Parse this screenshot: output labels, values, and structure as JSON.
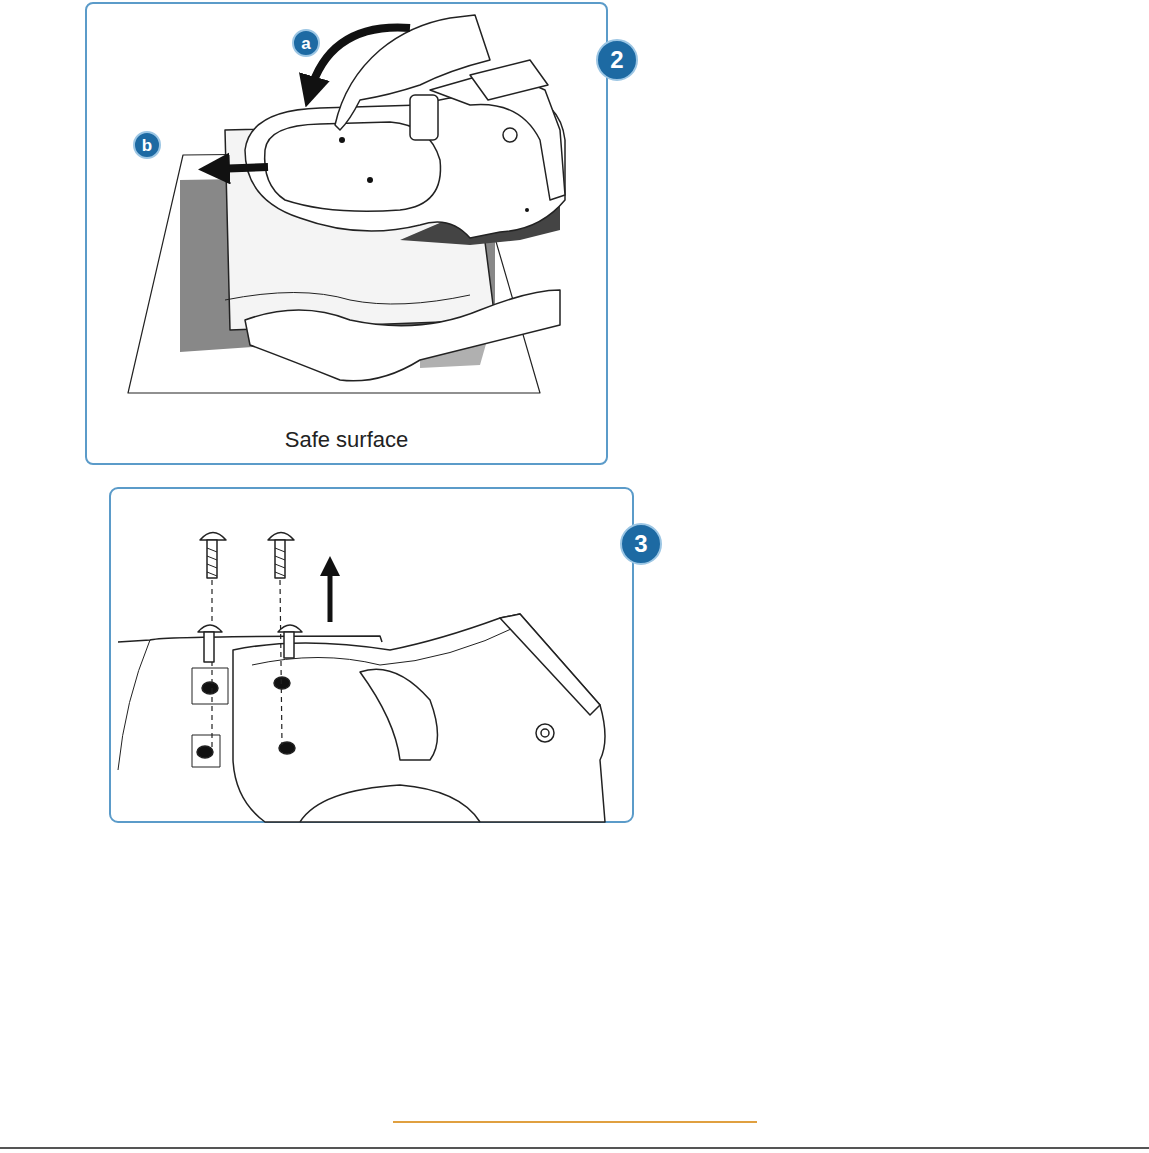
{
  "diagram": {
    "nodes": [
      {
        "text": [
          "Safe surface"
        ]
      },
      {
        "text": [
          "a"
        ],
        "in": 0
      },
      {
        "text": [
          "b"
        ],
        "in": 0
      },
      {
        "text": [
          "2"
        ]
      },
      {
        "text": [
          "3"
        ]
      }
    ]
  }
}
